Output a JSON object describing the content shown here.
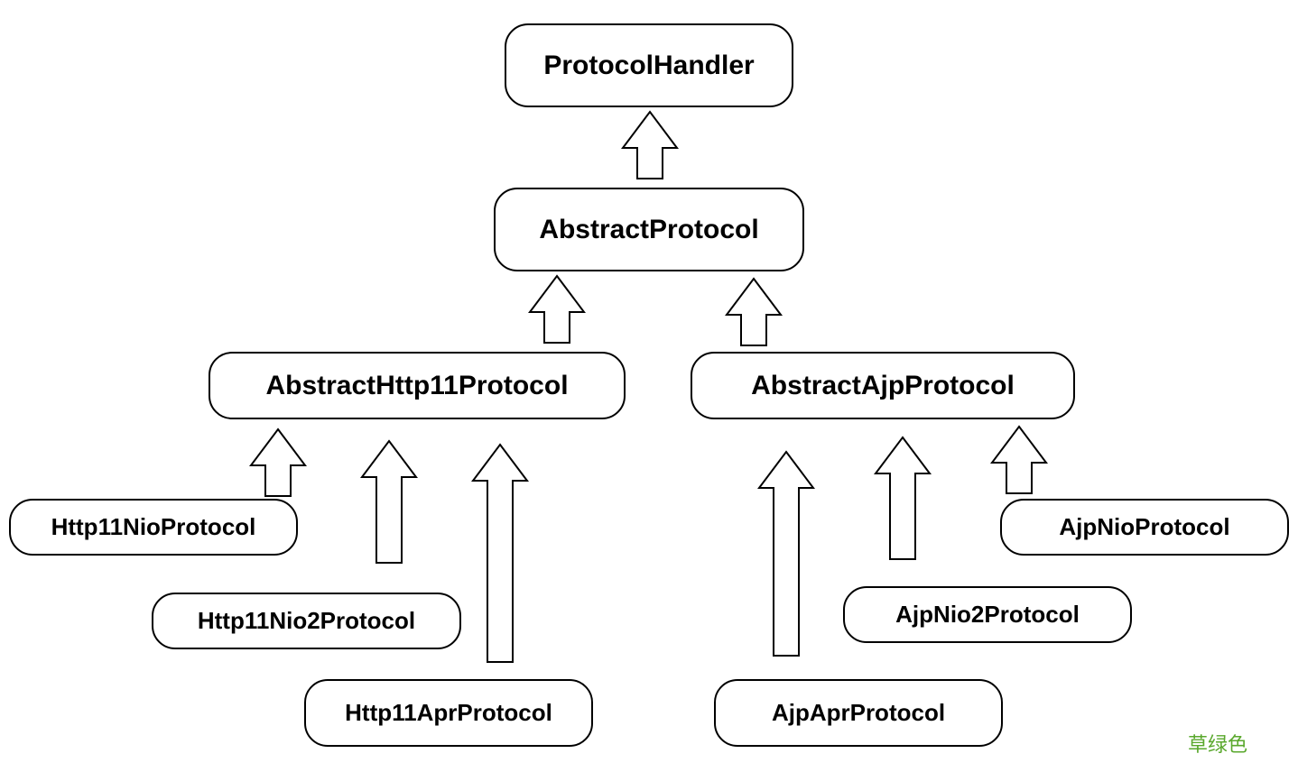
{
  "nodes": {
    "protocol_handler": "ProtocolHandler",
    "abstract_protocol": "AbstractProtocol",
    "abstract_http11_protocol": "AbstractHttp11Protocol",
    "abstract_ajp_protocol": "AbstractAjpProtocol",
    "http11_nio_protocol": "Http11NioProtocol",
    "http11_nio2_protocol": "Http11Nio2Protocol",
    "http11_apr_protocol": "Http11AprProtocol",
    "ajp_apr_protocol": "AjpAprProtocol",
    "ajp_nio2_protocol": "AjpNio2Protocol",
    "ajp_nio_protocol": "AjpNioProtocol"
  },
  "watermark": "草绿色",
  "colors": {
    "stroke": "#000000",
    "background": "#ffffff",
    "watermark": "#5aa82d"
  }
}
